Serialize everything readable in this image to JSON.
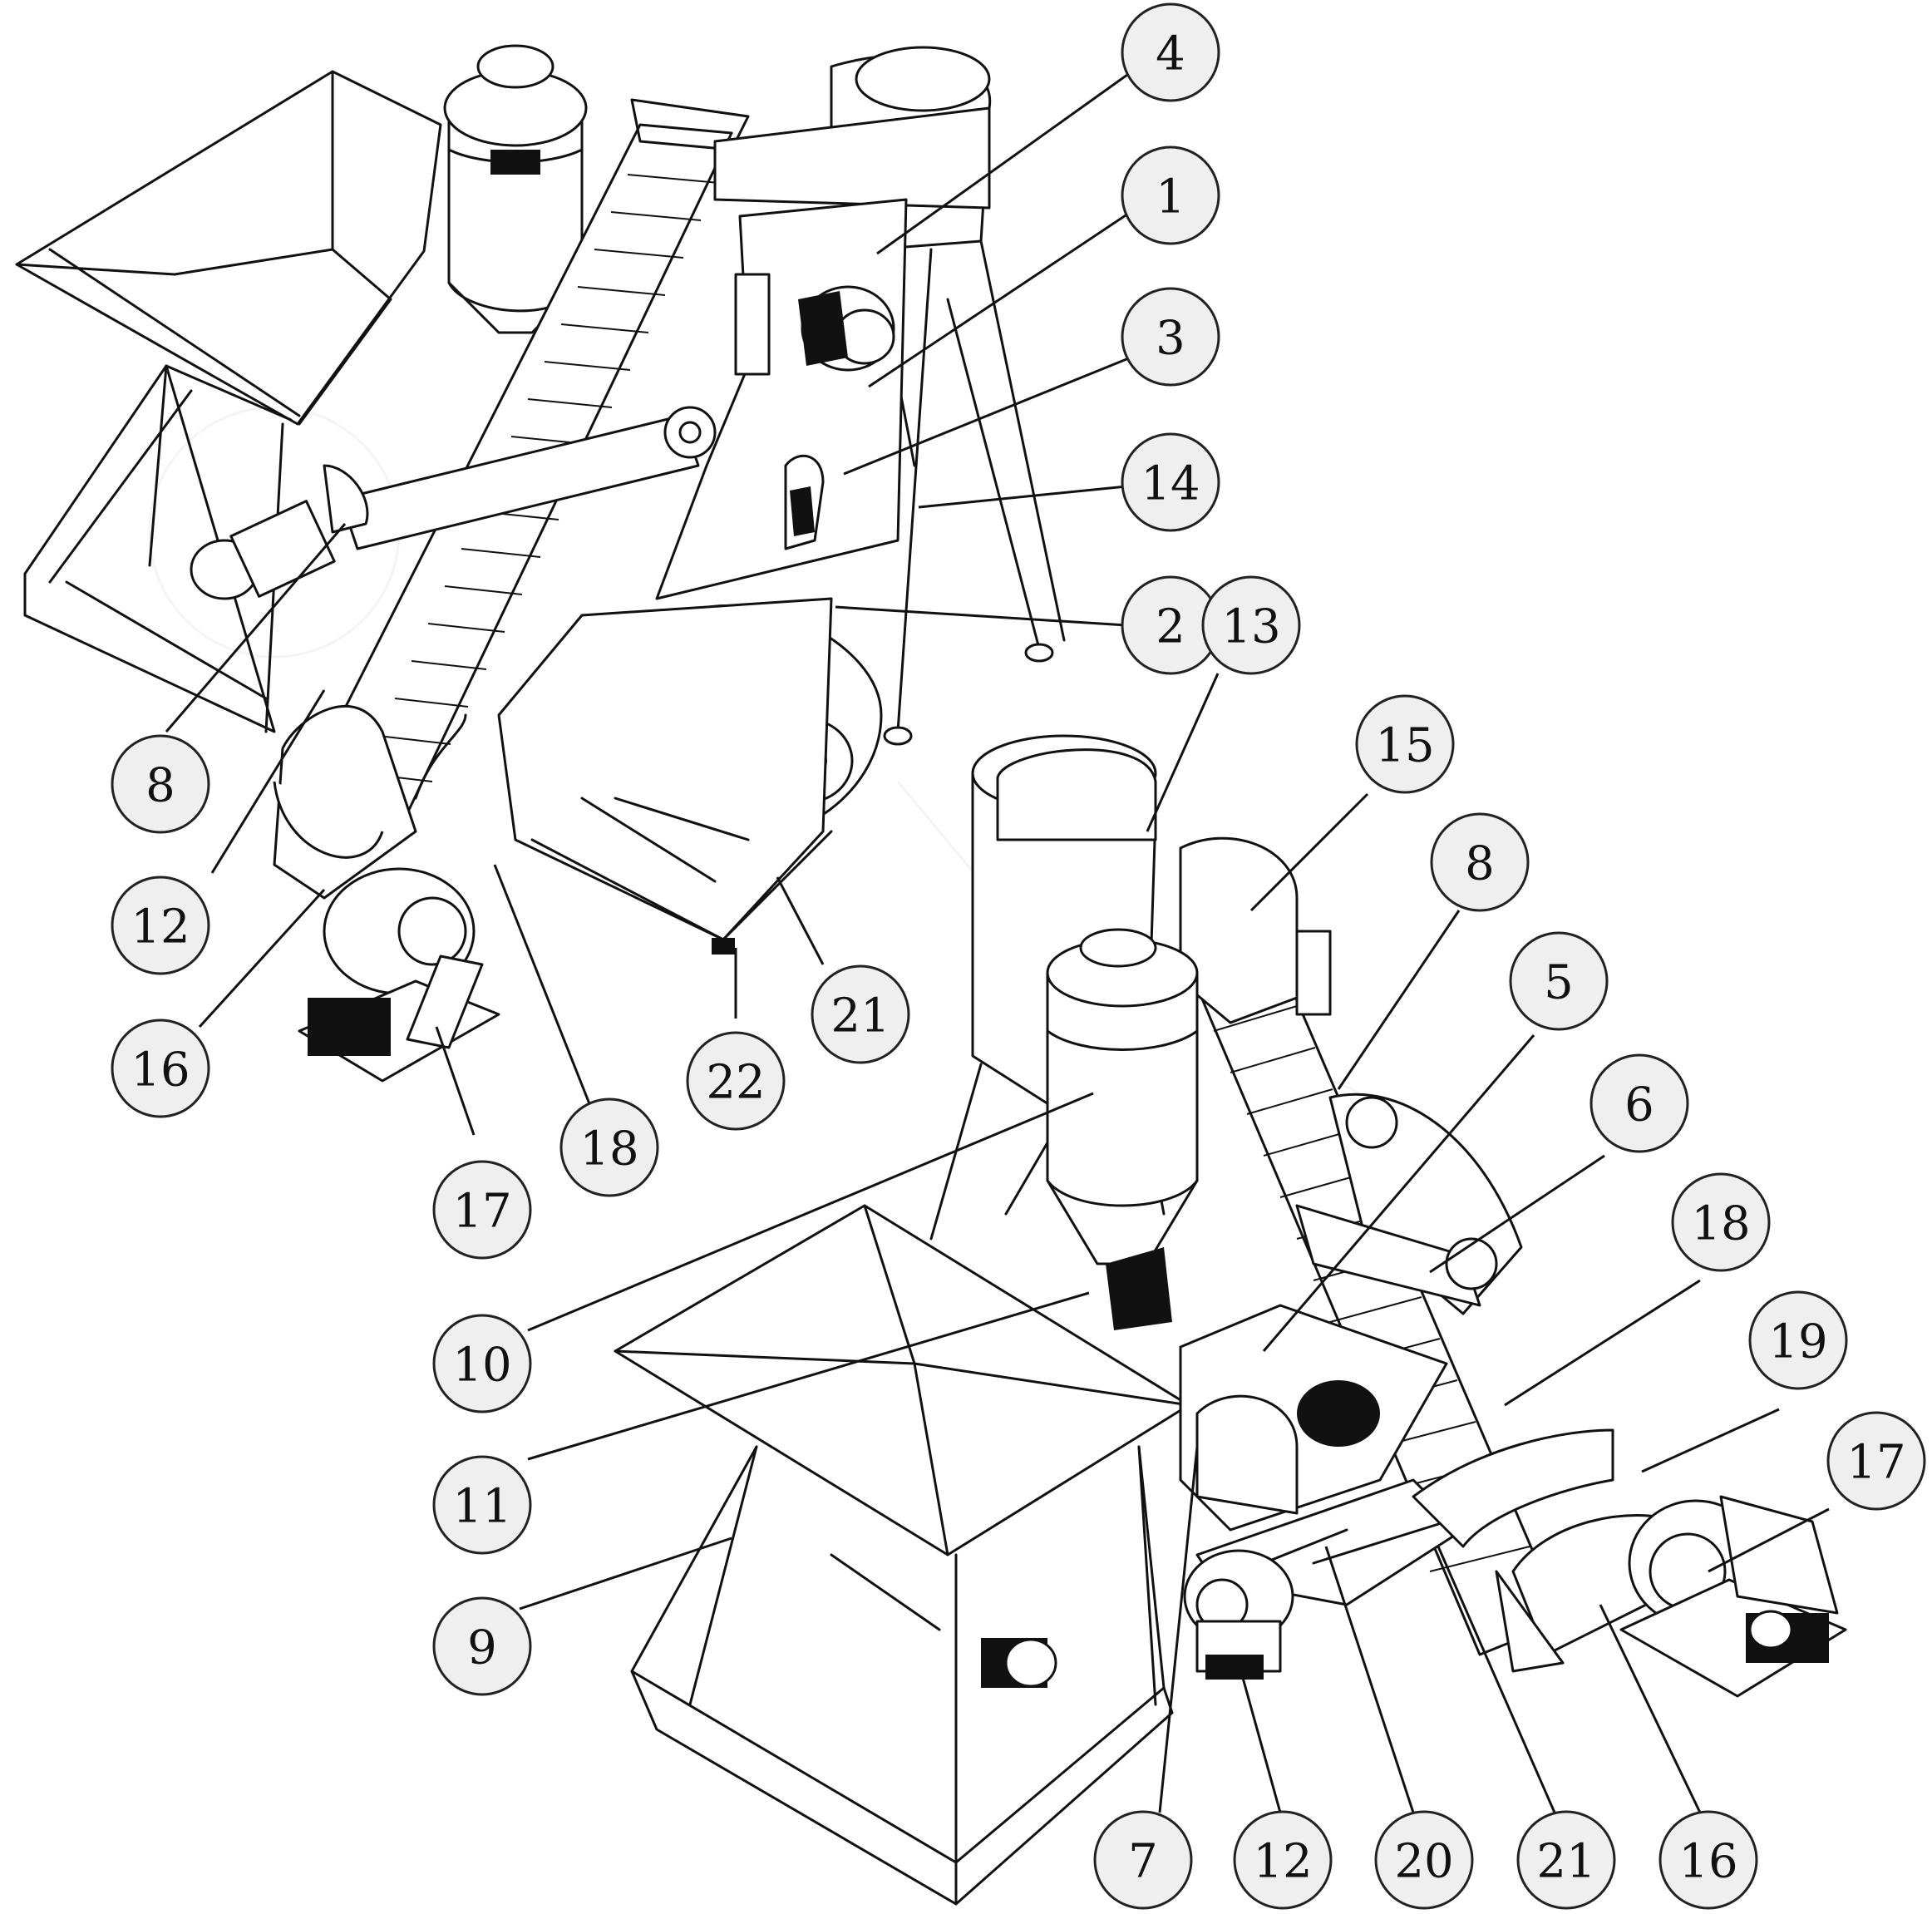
{
  "callouts": [
    {
      "id": "c-top-4",
      "label": "4"
    },
    {
      "id": "c-top-1",
      "label": "1"
    },
    {
      "id": "c-top-3",
      "label": "3"
    },
    {
      "id": "c-top-14",
      "label": "14"
    },
    {
      "id": "c-top-2",
      "label": "2"
    },
    {
      "id": "c-top-13",
      "label": "13"
    },
    {
      "id": "c-top-8",
      "label": "8"
    },
    {
      "id": "c-top-12",
      "label": "12"
    },
    {
      "id": "c-top-16",
      "label": "16"
    },
    {
      "id": "c-top-17",
      "label": "17"
    },
    {
      "id": "c-top-18",
      "label": "18"
    },
    {
      "id": "c-top-22",
      "label": "22"
    },
    {
      "id": "c-top-21",
      "label": "21"
    },
    {
      "id": "c-bot-15",
      "label": "15"
    },
    {
      "id": "c-bot-8",
      "label": "8"
    },
    {
      "id": "c-bot-5",
      "label": "5"
    },
    {
      "id": "c-bot-6",
      "label": "6"
    },
    {
      "id": "c-bot-18",
      "label": "18"
    },
    {
      "id": "c-bot-19",
      "label": "19"
    },
    {
      "id": "c-bot-17",
      "label": "17"
    },
    {
      "id": "c-bot-10",
      "label": "10"
    },
    {
      "id": "c-bot-11",
      "label": "11"
    },
    {
      "id": "c-bot-9",
      "label": "9"
    },
    {
      "id": "c-bot-7",
      "label": "7"
    },
    {
      "id": "c-bot-12",
      "label": "12"
    },
    {
      "id": "c-bot-20",
      "label": "20"
    },
    {
      "id": "c-bot-21",
      "label": "21"
    },
    {
      "id": "c-bot-16",
      "label": "16"
    }
  ]
}
